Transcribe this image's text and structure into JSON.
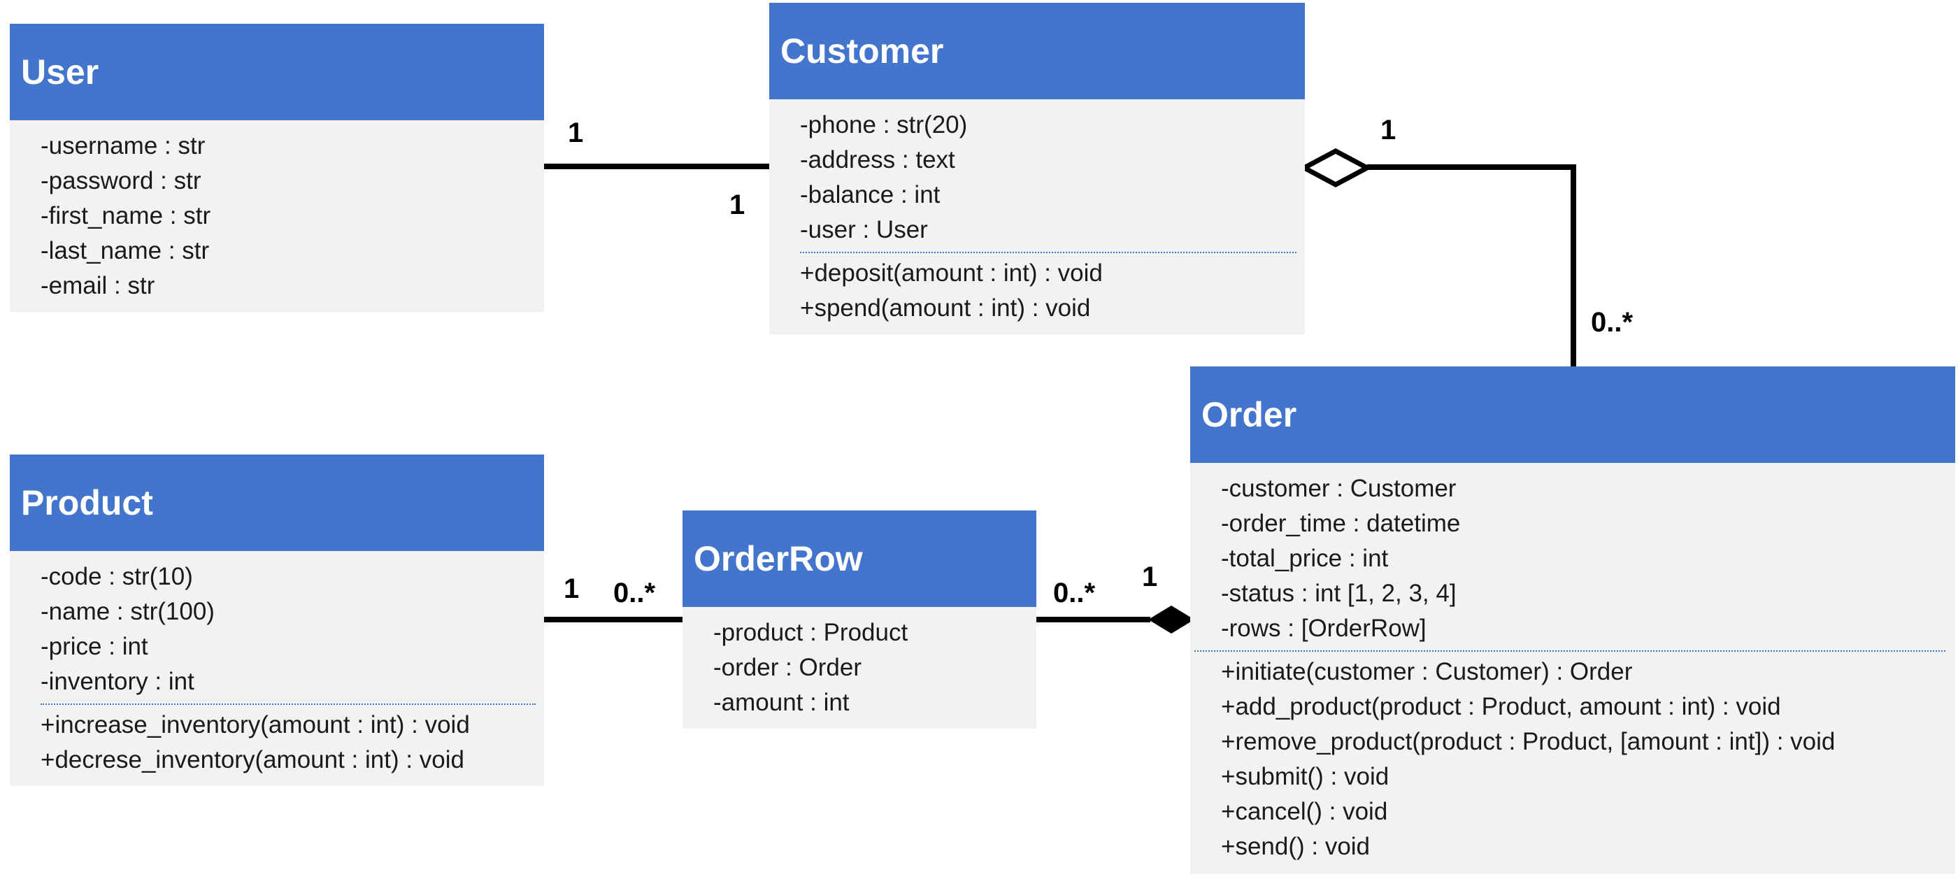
{
  "classes": {
    "user": {
      "name": "User",
      "attributes": [
        "-username : str",
        "-password : str",
        "-first_name : str",
        "-last_name : str",
        "-email : str"
      ],
      "methods": []
    },
    "customer": {
      "name": "Customer",
      "attributes": [
        "-phone : str(20)",
        "-address : text",
        "-balance : int",
        "-user : User"
      ],
      "methods": [
        "+deposit(amount : int) : void",
        "+spend(amount : int) : void"
      ]
    },
    "order": {
      "name": "Order",
      "attributes": [
        "-customer : Customer",
        "-order_time : datetime",
        "-total_price : int",
        "-status : int [1, 2, 3, 4]",
        "-rows : [OrderRow]"
      ],
      "methods": [
        "+initiate(customer : Customer) : Order",
        "+add_product(product : Product, amount : int) : void",
        "+remove_product(product : Product, [amount : int]) : void",
        "+submit() : void",
        "+cancel() : void",
        "+send() : void"
      ]
    },
    "product": {
      "name": "Product",
      "attributes": [
        "-code : str(10)",
        "-name : str(100)",
        "-price : int",
        "-inventory : int"
      ],
      "methods": [
        "+increase_inventory(amount : int) : void",
        "+decrese_inventory(amount : int) : void"
      ]
    },
    "orderrow": {
      "name": "OrderRow",
      "attributes": [
        "-product : Product",
        "-order : Order",
        "-amount : int"
      ],
      "methods": []
    }
  },
  "associations": {
    "user_customer": {
      "user_end": "1",
      "customer_end": "1"
    },
    "customer_order": {
      "customer_end": "1",
      "order_end": "0..*",
      "type": "aggregation"
    },
    "product_orderrow": {
      "product_end": "1",
      "orderrow_end": "0..*"
    },
    "orderrow_order": {
      "orderrow_end": "0..*",
      "order_end": "1",
      "type": "composition"
    }
  },
  "colors": {
    "header": "#4375cc",
    "body": "#f2f2f2",
    "divider": "#2e78c8",
    "line": "#000000"
  }
}
